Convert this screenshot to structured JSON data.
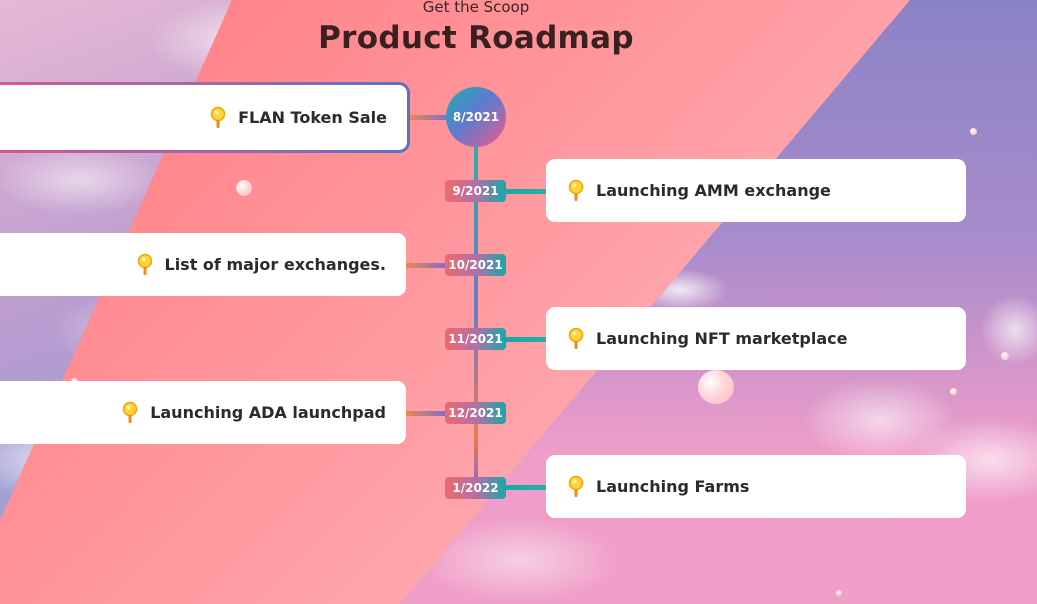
{
  "header": {
    "subtitle": "Get the Scoop",
    "title": "Product Roadmap"
  },
  "timeline": [
    {
      "date": "8/2021",
      "label": "FLAN Token Sale",
      "side": "left",
      "highlighted": true
    },
    {
      "date": "9/2021",
      "label": "Launching AMM exchange",
      "side": "right"
    },
    {
      "date": "10/2021",
      "label": "List of major exchanges.",
      "side": "left"
    },
    {
      "date": "11/2021",
      "label": "Launching NFT marketplace",
      "side": "right"
    },
    {
      "date": "12/2021",
      "label": "Launching ADA launchpad",
      "side": "left"
    },
    {
      "date": "1/2022",
      "label": "Launching Farms",
      "side": "right"
    }
  ],
  "icons": {
    "milestone": "lightbulb-icon"
  },
  "colors": {
    "title": "#3a2020",
    "card_background": "#ffffff",
    "accent_teal": "#17a8a8",
    "accent_pink": "#ee5c8c",
    "accent_orange": "#ef7a52",
    "icon_yellow": "#f5b800"
  }
}
